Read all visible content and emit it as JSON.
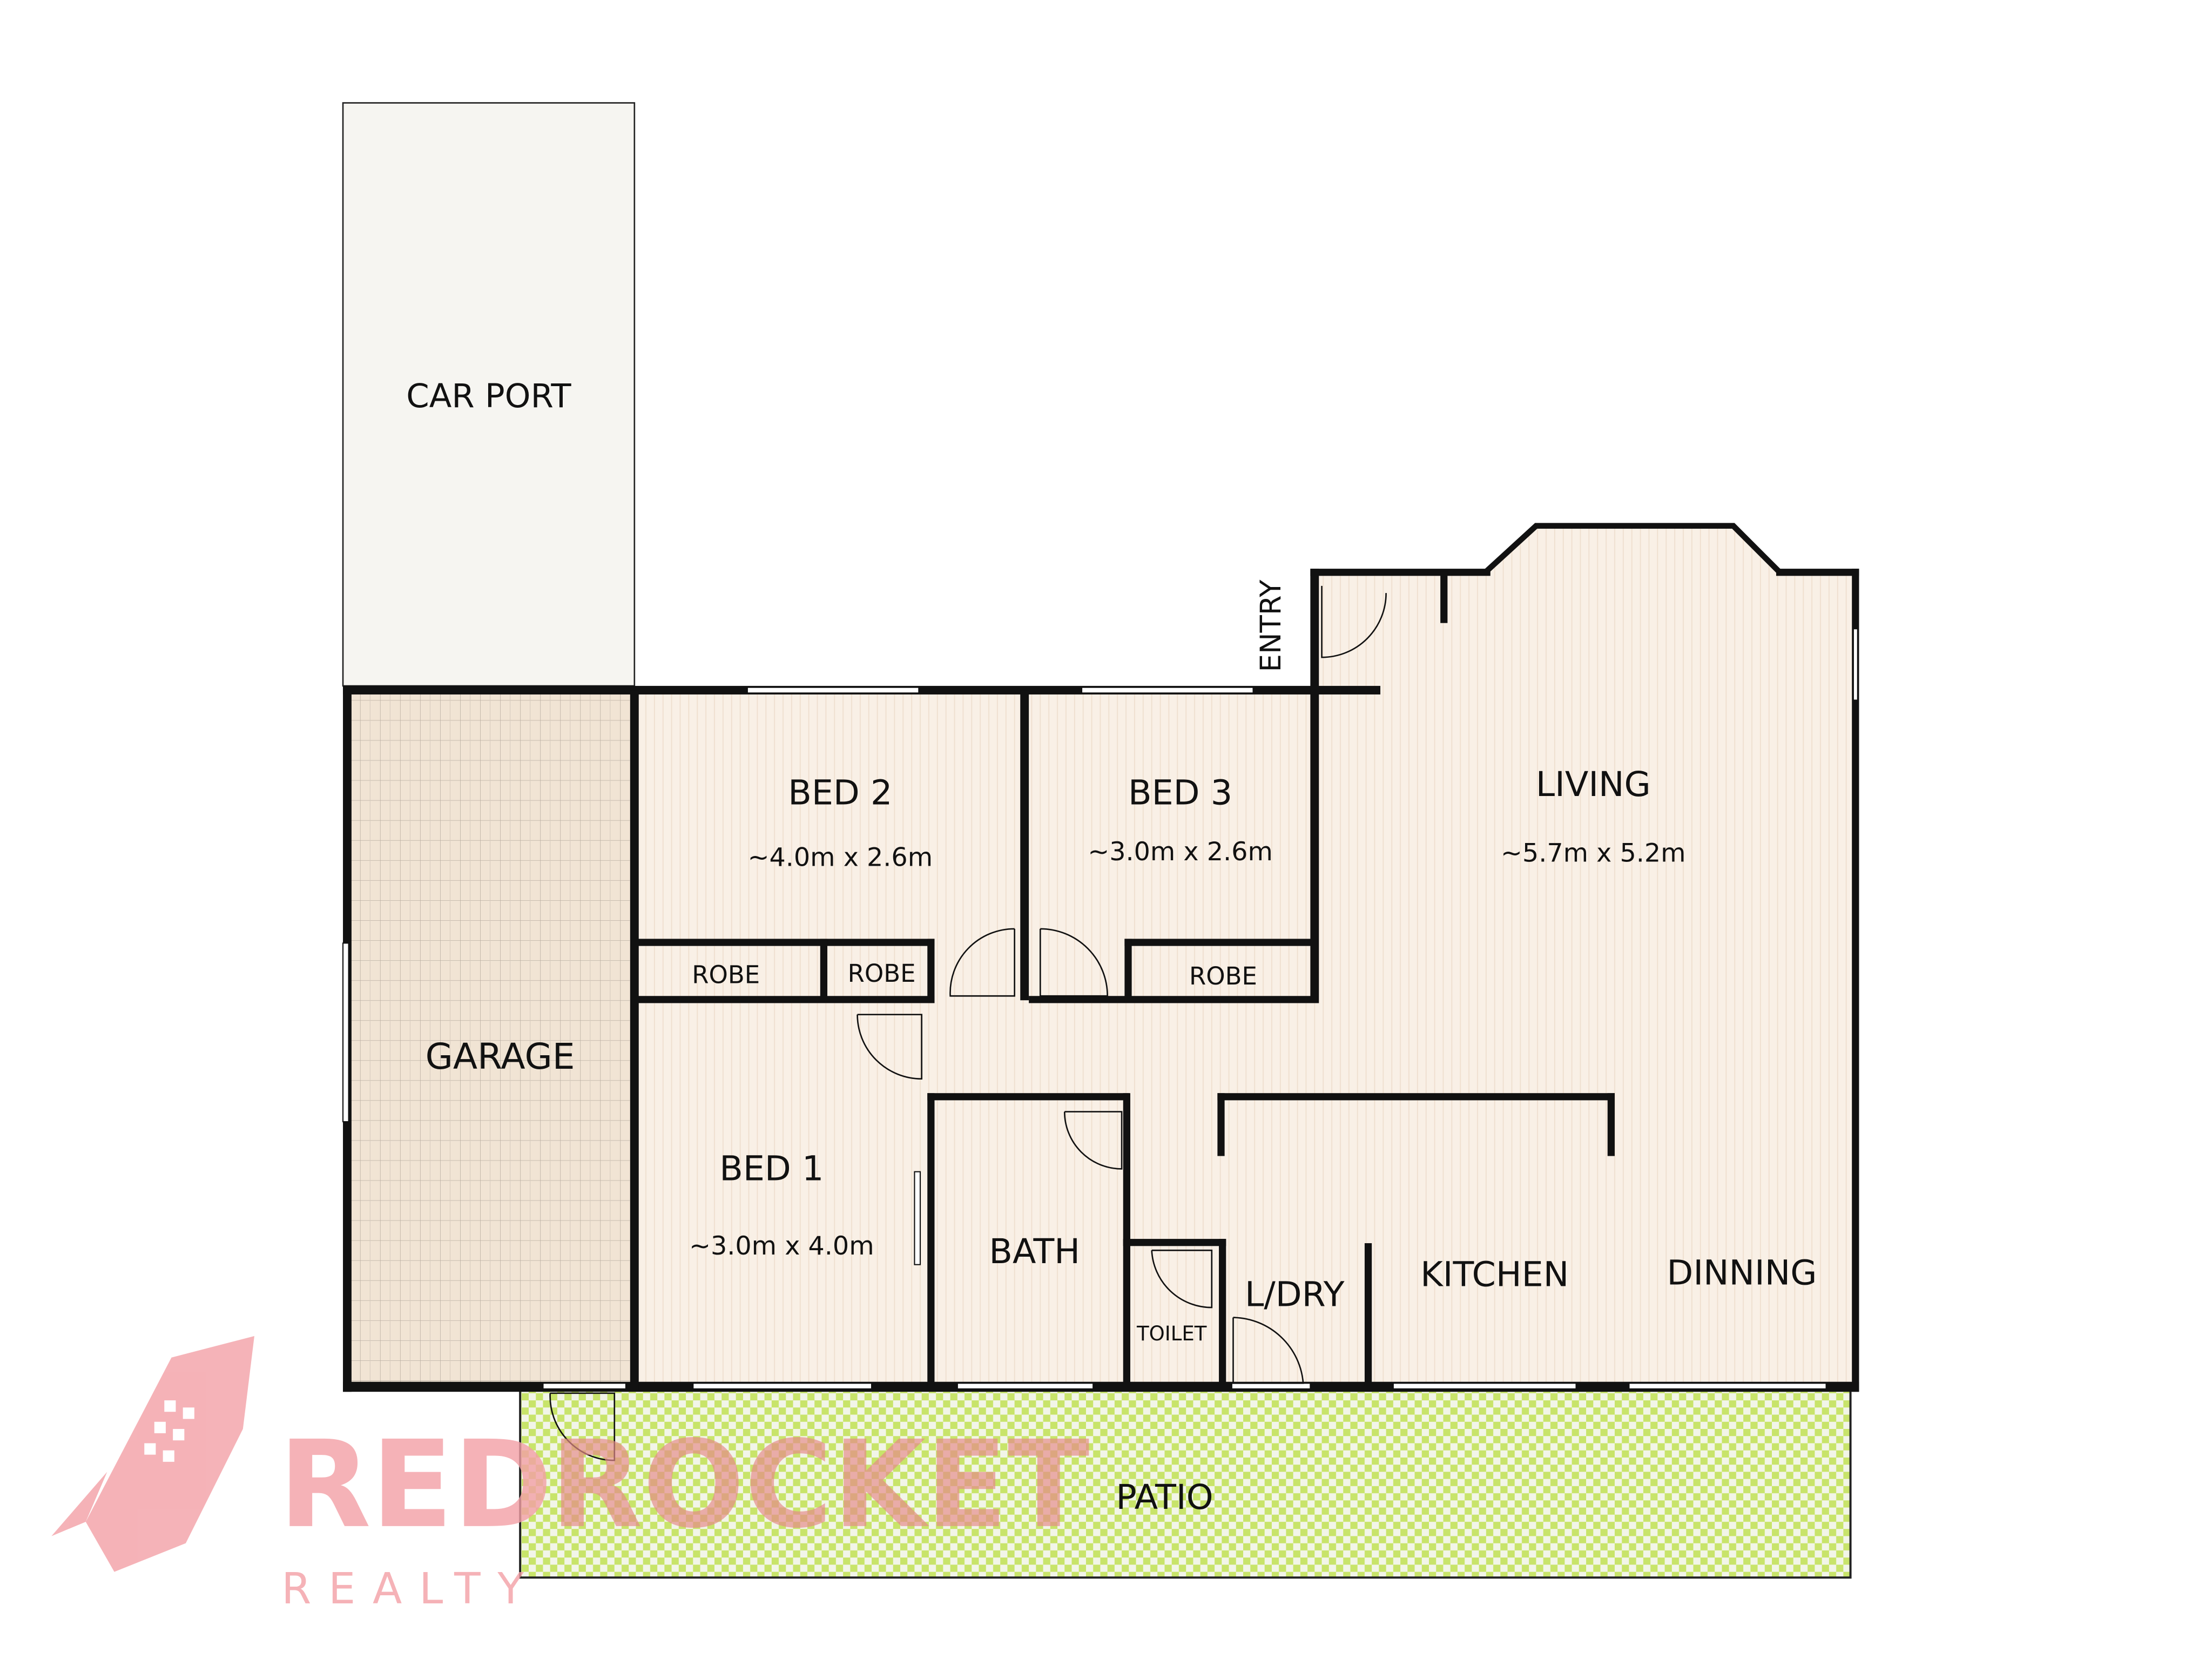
{
  "plan": {
    "rooms": {
      "carport": {
        "label": "CAR PORT"
      },
      "garage": {
        "label": "GARAGE"
      },
      "bed2": {
        "label": "BED 2",
        "size": "~4.0m x 2.6m"
      },
      "bed3": {
        "label": "BED 3",
        "size": "~3.0m x 2.6m"
      },
      "living": {
        "label": "LIVING",
        "size": "~5.7m x 5.2m"
      },
      "bed1": {
        "label": "BED 1",
        "size": "~3.0m x 4.0m"
      },
      "robe1": {
        "label": "ROBE"
      },
      "robe2": {
        "label": "ROBE"
      },
      "robe3": {
        "label": "ROBE"
      },
      "bath": {
        "label": "BATH"
      },
      "toilet": {
        "label": "TOILET"
      },
      "laundry": {
        "label": "L/DRY"
      },
      "kitchen": {
        "label": "KITCHEN"
      },
      "dining": {
        "label": "DINNING"
      },
      "patio": {
        "label": "PATIO"
      },
      "entry": {
        "label": "ENTRY"
      }
    },
    "colors": {
      "floor": "#f8efe4",
      "garage": "#efe2d2",
      "patio": "#cfe67a",
      "wall": "#111111",
      "logo": "#f3a0a6"
    }
  },
  "logo": {
    "line1": "RED",
    "line2": "ROCKET",
    "line3": "REALTY"
  }
}
